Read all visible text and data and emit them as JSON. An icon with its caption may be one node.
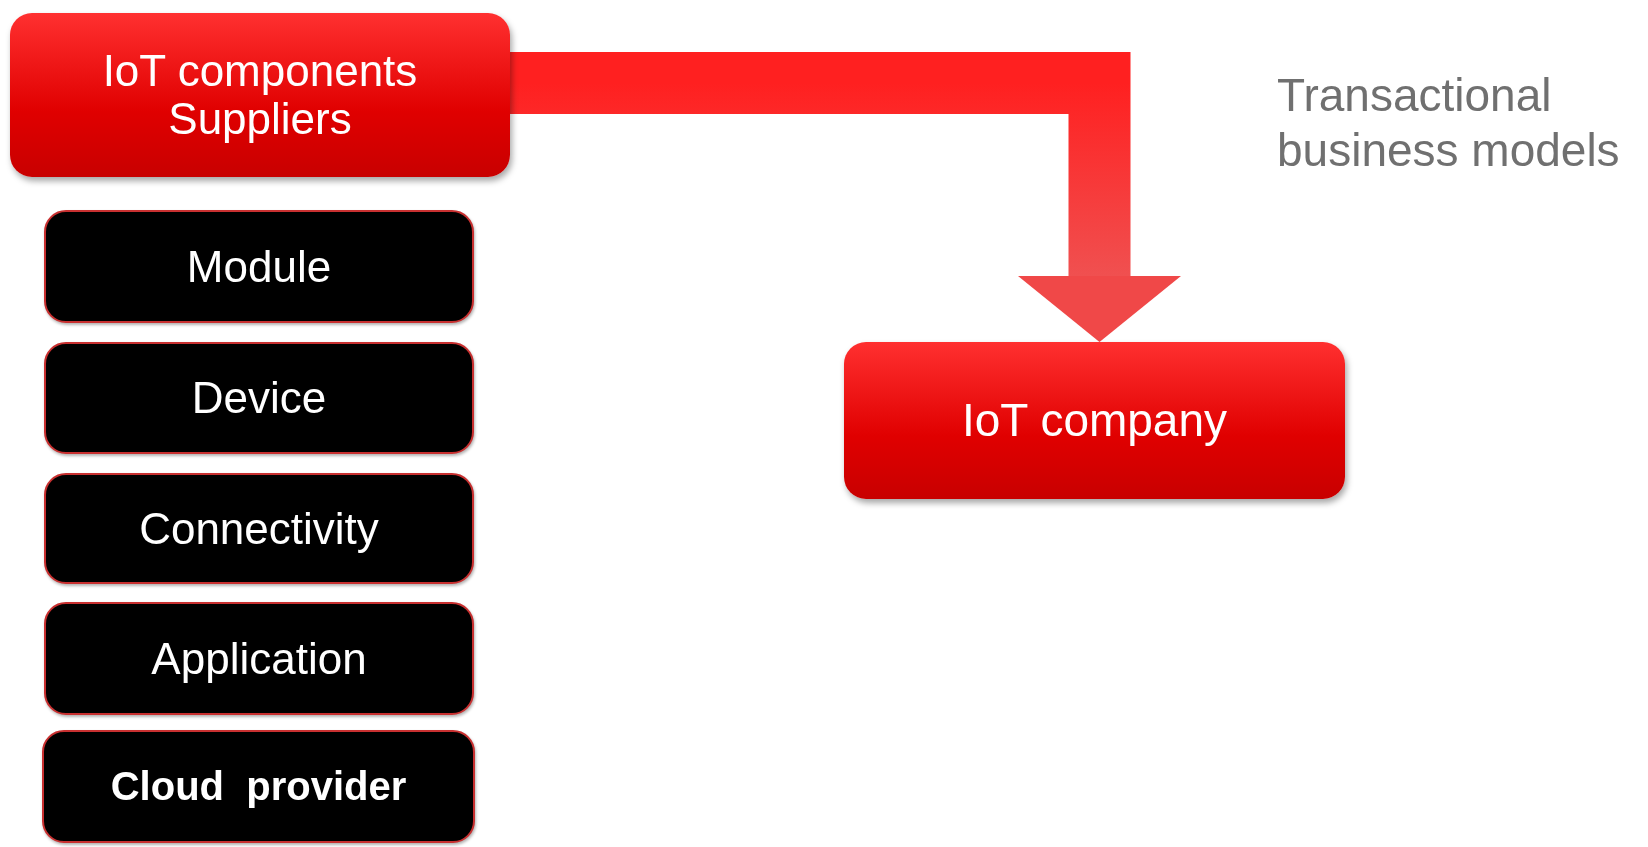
{
  "diagram": {
    "nodes": [
      {
        "text": [
          "IoT components Suppliers"
        ]
      },
      {
        "text": [
          "Module"
        ]
      },
      {
        "text": [
          "Device"
        ]
      },
      {
        "text": [
          "Connectivity"
        ]
      },
      {
        "text": [
          "Application"
        ]
      },
      {
        "text": [
          "Cloud  provider"
        ]
      },
      {
        "text": [
          "IoT company"
        ]
      }
    ],
    "edges": [
      {
        "from": 0,
        "to": 6,
        "arrow": "to",
        "label": "Transactional business models",
        "style": "thick"
      }
    ]
  }
}
